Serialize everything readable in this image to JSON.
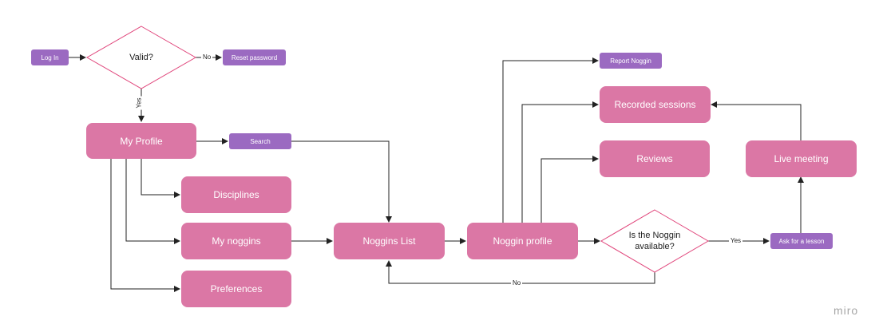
{
  "nodes": {
    "login": "Log In",
    "reset_password": "Reset password",
    "my_profile": "My Profile",
    "search": "Search",
    "disciplines": "Disciplines",
    "my_noggins": "My noggins",
    "preferences": "Preferences",
    "noggins_list": "Noggins List",
    "noggin_profile": "Noggin profile",
    "report_noggin": "Report Noggin",
    "recorded_sessions": "Recorded sessions",
    "reviews": "Reviews",
    "live_meeting": "Live meeting",
    "ask_lesson": "Ask for a lesson"
  },
  "decisions": {
    "valid": "Valid?",
    "available_line1": "Is the Noggin",
    "available_line2": "available?"
  },
  "edge_labels": {
    "no_reset": "No",
    "yes_profile": "Yes",
    "yes_lesson": "Yes",
    "no_list": "No"
  },
  "watermark": "miro",
  "colors": {
    "page_node": "#db77a5",
    "action_node": "#9b6ac1",
    "diamond_border": "#e0457b",
    "edge": "#222222"
  }
}
